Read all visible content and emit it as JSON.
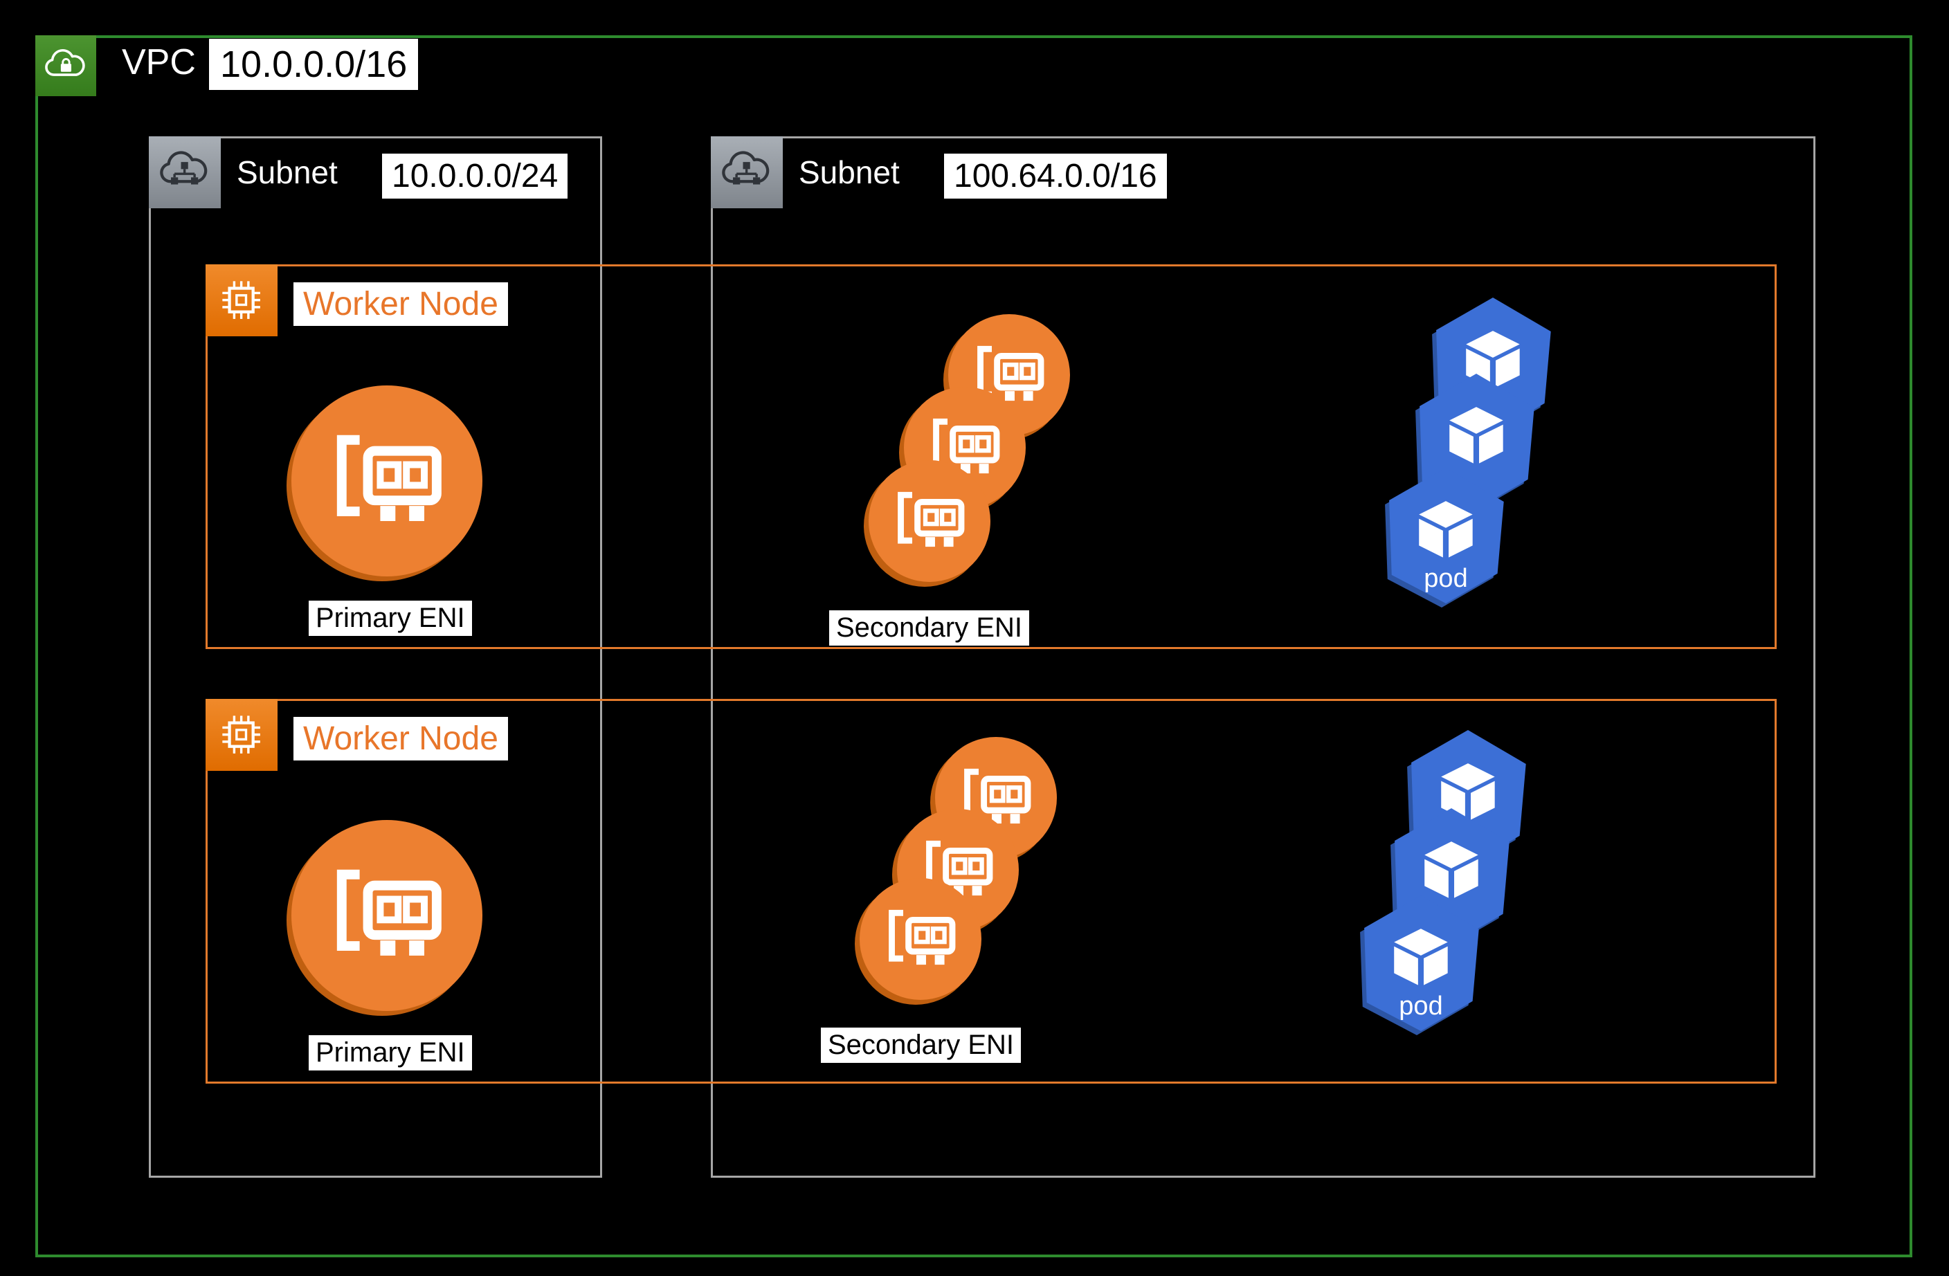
{
  "diagram": {
    "vpc": {
      "label": "VPC",
      "cidr": "10.0.0.0/16"
    },
    "subnets": [
      {
        "label": "Subnet",
        "cidr": "10.0.0.0/24"
      },
      {
        "label": "Subnet",
        "cidr": "100.64.0.0/16"
      }
    ],
    "worker_nodes": [
      {
        "label": "Worker Node",
        "primary_eni": {
          "label": "Primary ENI",
          "count": 1
        },
        "secondary_eni": {
          "label": "Secondary ENI",
          "count": 3
        },
        "pods": {
          "label": "pod",
          "count": 3
        }
      },
      {
        "label": "Worker Node",
        "primary_eni": {
          "label": "Primary ENI",
          "count": 1
        },
        "secondary_eni": {
          "label": "Secondary ENI",
          "count": 3
        },
        "pods": {
          "label": "pod",
          "count": 3
        }
      }
    ],
    "icons": {
      "vpc": "cloud-lock-icon",
      "subnet": "cloud-network-icon",
      "worker_node": "cpu-chip-icon",
      "eni": "network-card-icon",
      "pod": "cube-icon"
    },
    "colors": {
      "background": "#000000",
      "vpc_border": "#2E8B2E",
      "vpc_icon_bg": "#3F8624",
      "subnet_border": "#A6A6A6",
      "subnet_icon_bg": "#8D939B",
      "worker_border": "#E2792B",
      "worker_icon_bg": "#ED7100",
      "eni_fill": "#ED8031",
      "eni_shadow": "#C05F10",
      "pod_fill": "#3C6FD6",
      "pod_shadow": "#2C55A5",
      "label_bg": "#FFFFFF",
      "label_text": "#000000"
    }
  }
}
